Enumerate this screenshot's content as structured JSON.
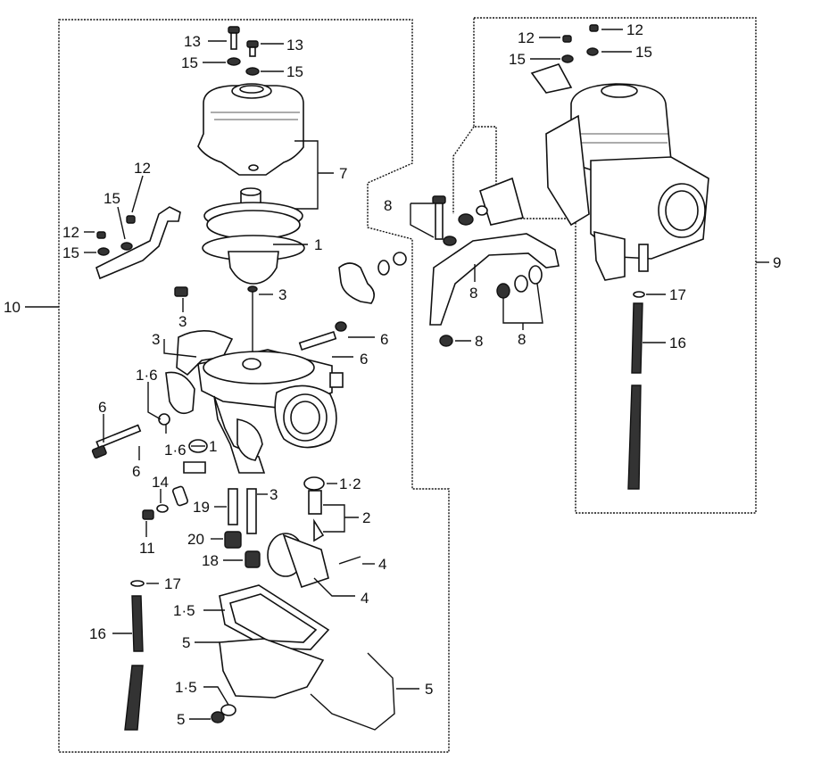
{
  "callouts": {
    "c13a": "13",
    "c13b": "13",
    "c15a": "15",
    "c15b": "15",
    "c7": "7",
    "c12a": "12",
    "c15c": "15",
    "c12b": "12",
    "c15d": "15",
    "c1a": "1",
    "c10": "10",
    "c3a": "3",
    "c3b": "3",
    "c3c": "3",
    "c6a": "6",
    "c6b": "6",
    "c16a": "1·6",
    "c6c": "6",
    "c16b": "1·6",
    "c1b": "1",
    "c6d": "6",
    "c14": "14",
    "c19": "19",
    "c3d": "3",
    "c12c": "1·2",
    "c2": "2",
    "c11": "11",
    "c20": "20",
    "c18": "18",
    "c4a": "4",
    "c4b": "4",
    "c17a": "17",
    "c16c": "16",
    "c15e": "1·5",
    "c5a": "5",
    "c15f": "1·5",
    "c5b": "5",
    "c5c": "5",
    "c8a": "8",
    "c8b": "8",
    "c8c": "8",
    "c8d": "8",
    "c12d": "12",
    "c12e": "12",
    "c15g": "15",
    "c15h": "15",
    "c9": "9",
    "c17b": "17",
    "c16d": "16"
  }
}
